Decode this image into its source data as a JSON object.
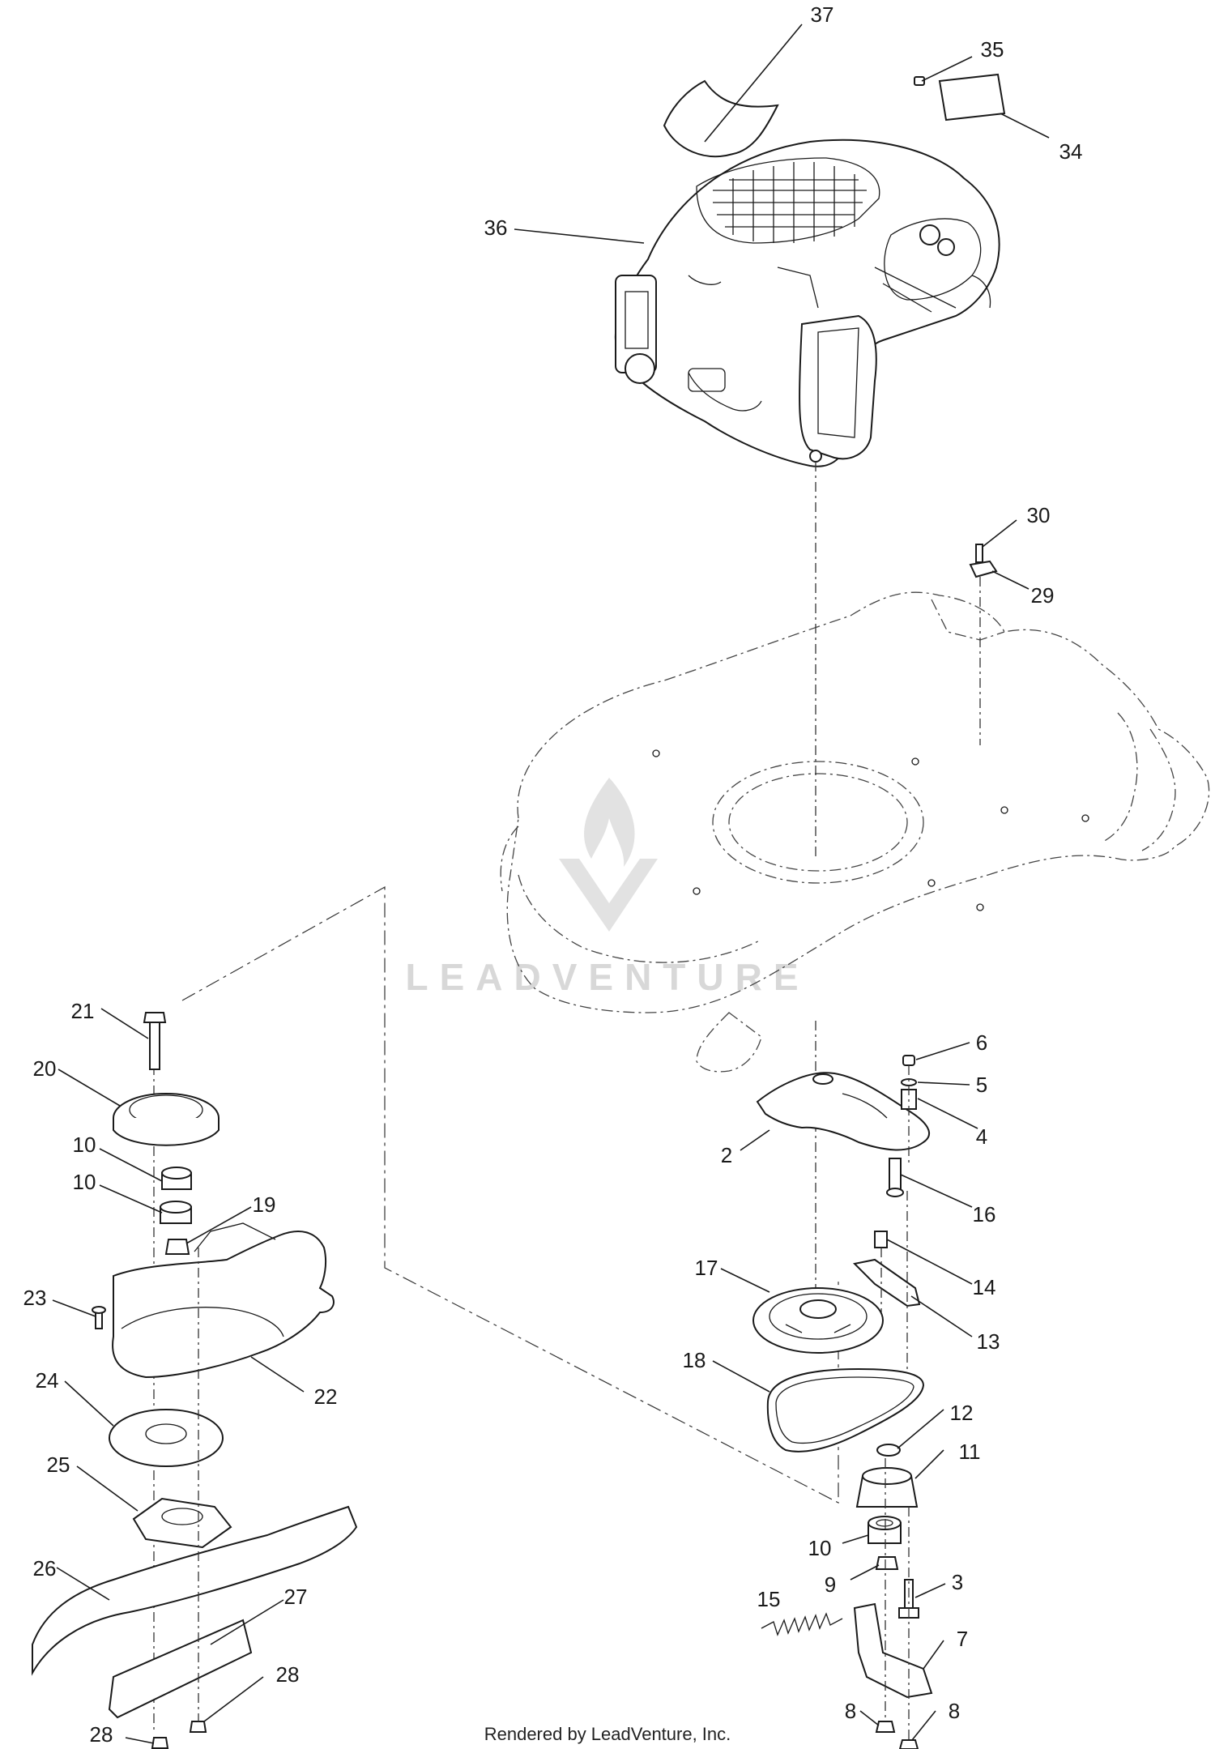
{
  "footer": {
    "text": "Rendered by LeadVenture, Inc."
  },
  "watermark": {
    "text": "LEADVENTURE",
    "color": "#d8d8d8"
  },
  "colors": {
    "line": "#1a1a1a",
    "background": "#ffffff"
  },
  "callouts": [
    {
      "id": "c37",
      "label": "37"
    },
    {
      "id": "c35",
      "label": "35"
    },
    {
      "id": "c34",
      "label": "34"
    },
    {
      "id": "c36",
      "label": "36"
    },
    {
      "id": "c30",
      "label": "30"
    },
    {
      "id": "c29",
      "label": "29"
    },
    {
      "id": "c21",
      "label": "21"
    },
    {
      "id": "c20",
      "label": "20"
    },
    {
      "id": "c10a",
      "label": "10"
    },
    {
      "id": "c10b",
      "label": "10"
    },
    {
      "id": "c19",
      "label": "19"
    },
    {
      "id": "c23",
      "label": "23"
    },
    {
      "id": "c22",
      "label": "22"
    },
    {
      "id": "c24",
      "label": "24"
    },
    {
      "id": "c25",
      "label": "25"
    },
    {
      "id": "c26",
      "label": "26"
    },
    {
      "id": "c27",
      "label": "27"
    },
    {
      "id": "c28a",
      "label": "28"
    },
    {
      "id": "c28b",
      "label": "28"
    },
    {
      "id": "c6",
      "label": "6"
    },
    {
      "id": "c5",
      "label": "5"
    },
    {
      "id": "c4",
      "label": "4"
    },
    {
      "id": "c2",
      "label": "2"
    },
    {
      "id": "c16",
      "label": "16"
    },
    {
      "id": "c14",
      "label": "14"
    },
    {
      "id": "c13",
      "label": "13"
    },
    {
      "id": "c17",
      "label": "17"
    },
    {
      "id": "c18",
      "label": "18"
    },
    {
      "id": "c12",
      "label": "12"
    },
    {
      "id": "c11",
      "label": "11"
    },
    {
      "id": "c10c",
      "label": "10"
    },
    {
      "id": "c9",
      "label": "9"
    },
    {
      "id": "c3",
      "label": "3"
    },
    {
      "id": "c15",
      "label": "15"
    },
    {
      "id": "c7",
      "label": "7"
    },
    {
      "id": "c8a",
      "label": "8"
    },
    {
      "id": "c8b",
      "label": "8"
    }
  ]
}
